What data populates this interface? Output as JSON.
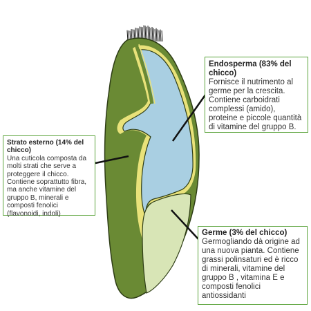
{
  "colors": {
    "pericarp": "#6a8a34",
    "endosperm": "#a9cfe2",
    "germ": "#d8e5b6",
    "aleurone": "#e9e27a",
    "outline": "#2e3d16",
    "box_border": "#5aa33a",
    "pointer": "#111111"
  },
  "icons": {
    "beard": "grain-beard-bristles"
  },
  "labels": {
    "endosperm": {
      "title": "Endosperma (83% del chicco)",
      "body": "Fornisce il nutrimento al germe per la crescita. Contiene carboidrati complessi (amido), proteine e piccole quantità di vitamine del gruppo B."
    },
    "outer_layer": {
      "title": "Strato esterno (14% del chicco)",
      "body": "Una cuticola composta da molti strati che serve a proteggere il chicco.",
      "body2": "Contiene soprattutto fibra, ma anche vitamine del gruppo B, minerali e composti fenolici (flavonoidi, indoli)"
    },
    "germ": {
      "title": "Germe (3% del chicco)",
      "body": "Germogliando dà origine ad una nuova pianta. Contiene grassi polinsaturi ed è ricco di minerali, vitamine del gruppo B , vitamina E e composti fenolici antiossidanti"
    }
  }
}
